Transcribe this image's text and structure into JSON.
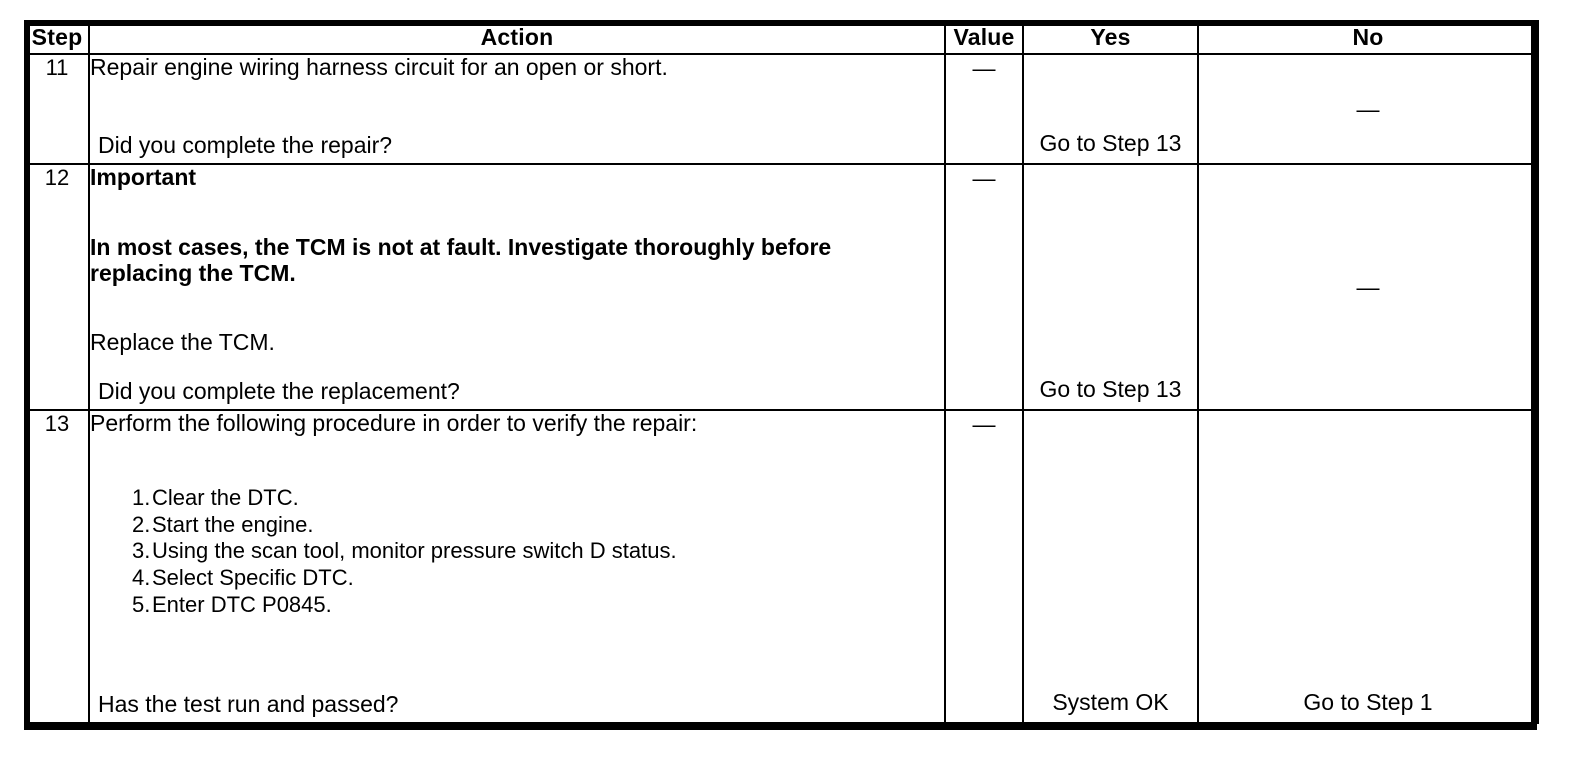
{
  "table": {
    "headers": {
      "step": "Step",
      "action": "Action",
      "value": "Value",
      "yes": "Yes",
      "no": "No"
    },
    "rows": [
      {
        "step": "11",
        "action": {
          "line1": "Repair engine wiring harness circuit for an open or short.",
          "question": "Did you complete the repair?"
        },
        "value": "—",
        "yes": "Go to Step 13",
        "no": "—"
      },
      {
        "step": "12",
        "action": {
          "important_label": "Important",
          "important_text_line1": "In most cases, the TCM is not at fault. Investigate thoroughly before",
          "important_text_line2": "replacing the TCM.",
          "instruction": "Replace the TCM.",
          "question": "Did you complete the replacement?"
        },
        "value": "—",
        "yes": "Go to Step 13",
        "no": "—"
      },
      {
        "step": "13",
        "action": {
          "intro": "Perform the following procedure in order to verify the repair:",
          "steps": [
            {
              "num": "1.",
              "text": "Clear the DTC."
            },
            {
              "num": "2.",
              "text": "Start the engine."
            },
            {
              "num": "3.",
              "text": "Using the scan tool, monitor pressure switch D status."
            },
            {
              "num": "4.",
              "text": "Select Specific DTC."
            },
            {
              "num": "5.",
              "text": "Enter DTC P0845."
            }
          ],
          "question": "Has the test run and passed?"
        },
        "value": "—",
        "yes": "System OK",
        "no": "Go to Step 1"
      }
    ]
  },
  "colors": {
    "border": "#000000",
    "background": "#ffffff",
    "text": "#000000"
  }
}
